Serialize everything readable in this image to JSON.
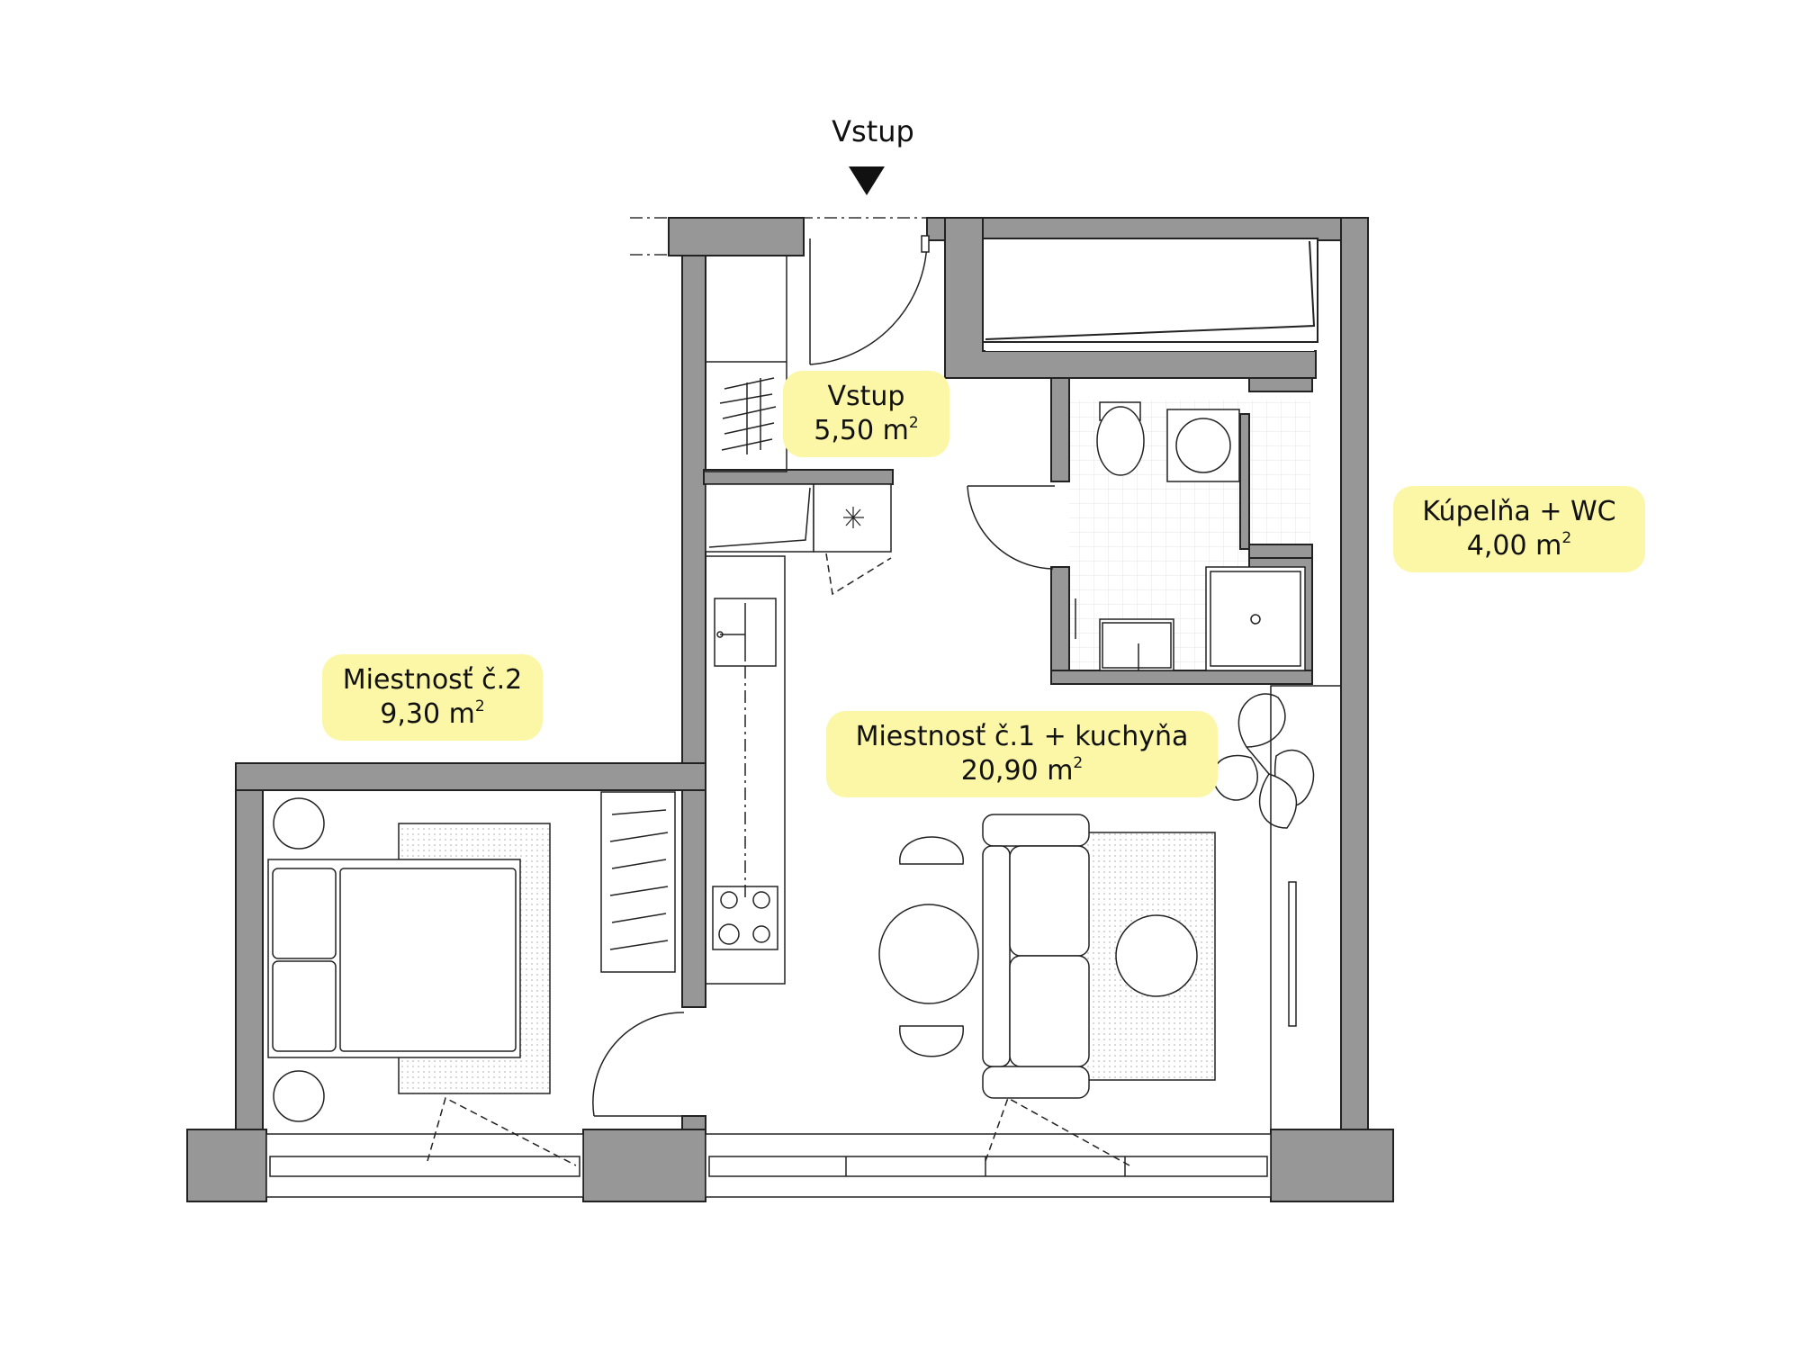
{
  "entrance": {
    "title": "Vstup"
  },
  "area_unit": "m",
  "area_unit_exponent": "2",
  "rooms": [
    {
      "id": "entry",
      "name": "Vstup",
      "area": "5,50"
    },
    {
      "id": "bathroom",
      "name": "Kúpelňa + WC",
      "area": "4,00"
    },
    {
      "id": "room2",
      "name": "Miestnosť č.2",
      "area": "9,30"
    },
    {
      "id": "room1",
      "name": "Miestnosť č.1 + kuchyňa",
      "area": "20,90"
    }
  ],
  "colors": {
    "wall": "#979797",
    "outline": "#222222",
    "label_bg": "#fbf7a6",
    "rug_dots": "#bbbbbb"
  }
}
